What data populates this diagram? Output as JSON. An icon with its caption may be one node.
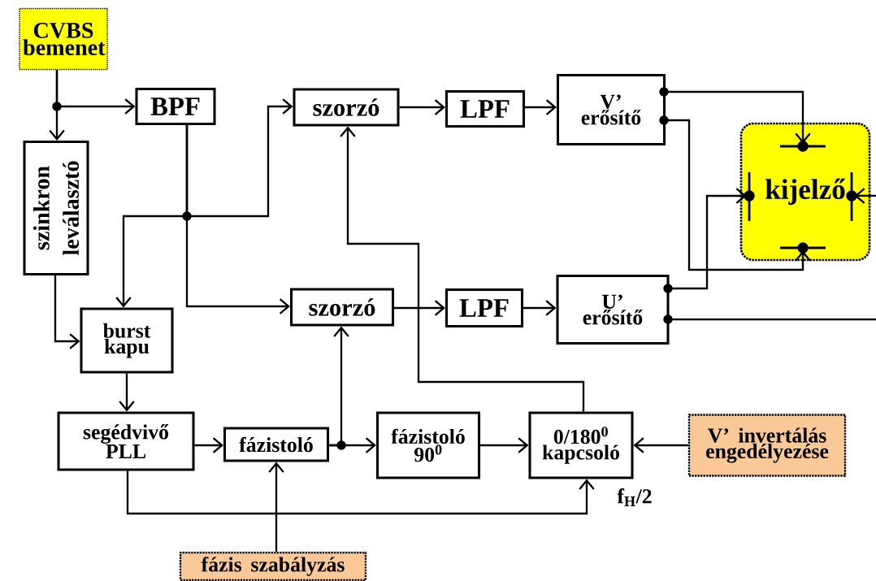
{
  "diagram": {
    "nodes": [
      {
        "text": [
          "CVBS bemenet"
        ]
      },
      {
        "text": [
          "BPF"
        ]
      },
      {
        "text": [
          "szinkron leválasztó"
        ]
      },
      {
        "text": [
          "szorzó"
        ]
      },
      {
        "text": [
          "LPF"
        ]
      },
      {
        "text": [
          "V’ erősítő"
        ]
      },
      {
        "text": [
          "kijelző"
        ]
      },
      {
        "text": [
          "burst kapu"
        ]
      },
      {
        "text": [
          "szorzó"
        ]
      },
      {
        "text": [
          "LPF"
        ]
      },
      {
        "text": [
          "U’ erősítő"
        ]
      },
      {
        "text": [
          "segédvivő PLL"
        ]
      },
      {
        "text": [
          "fázistoló"
        ]
      },
      {
        "text": [
          "fázistoló 90$^{0}$"
        ]
      },
      {
        "text": [
          "0/180$^{0}$ kapcsoló"
        ]
      },
      {
        "text": [
          "V’ invertálás engedélyezése"
        ]
      },
      {
        "text": [
          "fázis szabályzás"
        ]
      }
    ],
    "edges": [
      {
        "from": 0,
        "to": 1,
        "arrow": "to"
      },
      {
        "from": 0,
        "to": 2,
        "arrow": "to"
      },
      {
        "from": 1,
        "to": 3,
        "arrow": "to"
      },
      {
        "from": 1,
        "to": 7,
        "arrow": "to"
      },
      {
        "from": 1,
        "to": 8,
        "arrow": "to"
      },
      {
        "from": 2,
        "to": 7,
        "arrow": "to"
      },
      {
        "from": 3,
        "to": 4,
        "arrow": "to"
      },
      {
        "from": 4,
        "to": 5,
        "arrow": "to"
      },
      {
        "from": 5,
        "to": 6,
        "arrow": "to"
      },
      {
        "from": 5,
        "to": 6,
        "arrow": "to"
      },
      {
        "from": 8,
        "to": 9,
        "arrow": "to"
      },
      {
        "from": 9,
        "to": 10,
        "arrow": "to"
      },
      {
        "from": 10,
        "to": 6,
        "arrow": "to"
      },
      {
        "from": 10,
        "to": null,
        "arrow": "none"
      },
      {
        "from": null,
        "to": 6,
        "arrow": "to"
      },
      {
        "from": 7,
        "to": 11,
        "arrow": "to"
      },
      {
        "from": 11,
        "to": 12,
        "arrow": "to"
      },
      {
        "from": 12,
        "to": 8,
        "arrow": "to"
      },
      {
        "from": 12,
        "to": 13,
        "arrow": "to"
      },
      {
        "from": 13,
        "to": 14,
        "arrow": "to"
      },
      {
        "from": 14,
        "to": 3,
        "arrow": "to"
      },
      {
        "from": 15,
        "to": 14,
        "arrow": "to"
      },
      {
        "from": 16,
        "to": 12,
        "arrow": "to"
      },
      {
        "from": 11,
        "to": 14,
        "arrow": "to",
        "label": "f$_{H}$/2"
      }
    ]
  }
}
